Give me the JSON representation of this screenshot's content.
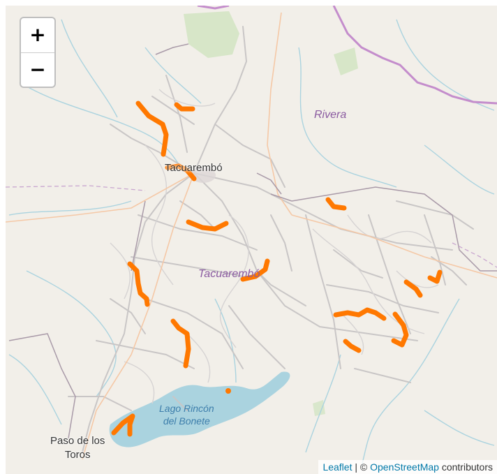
{
  "zoom": {
    "in_label": "+",
    "out_label": "−"
  },
  "labels": {
    "rivera": "Rivera",
    "tacuarembo_city": "Tacuarembó",
    "tacuarembo_dept": "Tacuarembó",
    "lake_line1": "Lago Rincón",
    "lake_line2": "del Bonete",
    "paso_line1": "Paso de los",
    "paso_line2": "Toros"
  },
  "attribution": {
    "leaflet": "Leaflet",
    "separator": " | © ",
    "osm": "OpenStreetMap",
    "suffix": " contributors"
  },
  "colors": {
    "land": "#f2efe9",
    "water": "#aad3df",
    "road": "#c9c6c6",
    "highlight": "#ff7800",
    "border": "#b07aba"
  }
}
